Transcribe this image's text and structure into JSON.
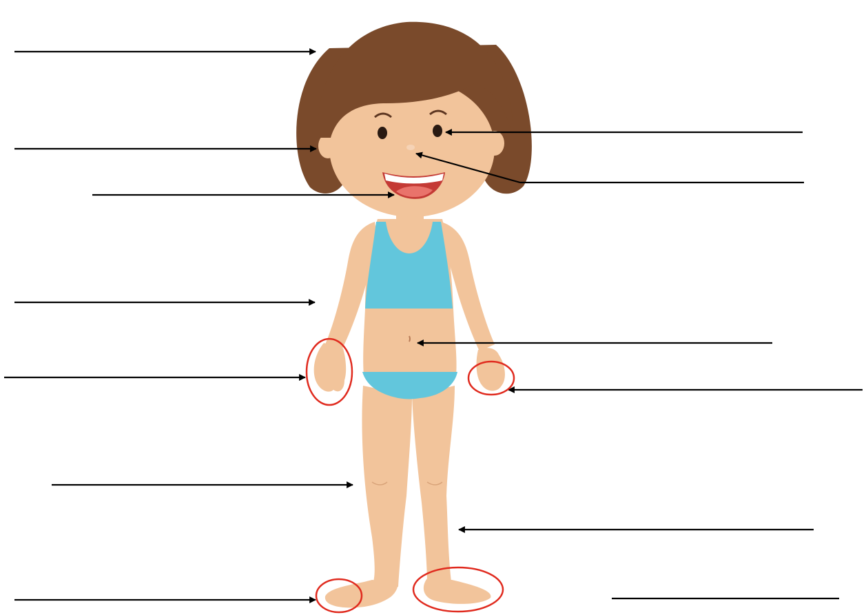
{
  "worksheet": {
    "subject": "body-parts",
    "colors": {
      "hair": "#7a4a2b",
      "hair_shadow": "#5c3520",
      "skin": "#f2c49b",
      "skin_shadow": "#e3ab80",
      "swimsuit": "#62c6dc",
      "swimsuit_shadow": "#4fb3cb",
      "mouth": "#c43a35",
      "tongue": "#e9736b",
      "teeth": "#ffffff",
      "eye": "#2a1a12",
      "arrow": "#000000",
      "circle": "#e02a1e"
    },
    "pointers": [
      {
        "id": "hair",
        "direction": "right"
      },
      {
        "id": "ear",
        "direction": "right"
      },
      {
        "id": "mouth",
        "direction": "right"
      },
      {
        "id": "arm",
        "direction": "right"
      },
      {
        "id": "left-hand",
        "direction": "right"
      },
      {
        "id": "knee",
        "direction": "right"
      },
      {
        "id": "left-foot",
        "direction": "right"
      },
      {
        "id": "eye",
        "direction": "left"
      },
      {
        "id": "nose",
        "direction": "left"
      },
      {
        "id": "belly-button",
        "direction": "left"
      },
      {
        "id": "right-hand",
        "direction": "left"
      },
      {
        "id": "leg",
        "direction": "left"
      }
    ],
    "circled_parts": [
      "left-hand",
      "right-hand",
      "left-foot",
      "right-foot"
    ],
    "answer_blanks": 1
  }
}
